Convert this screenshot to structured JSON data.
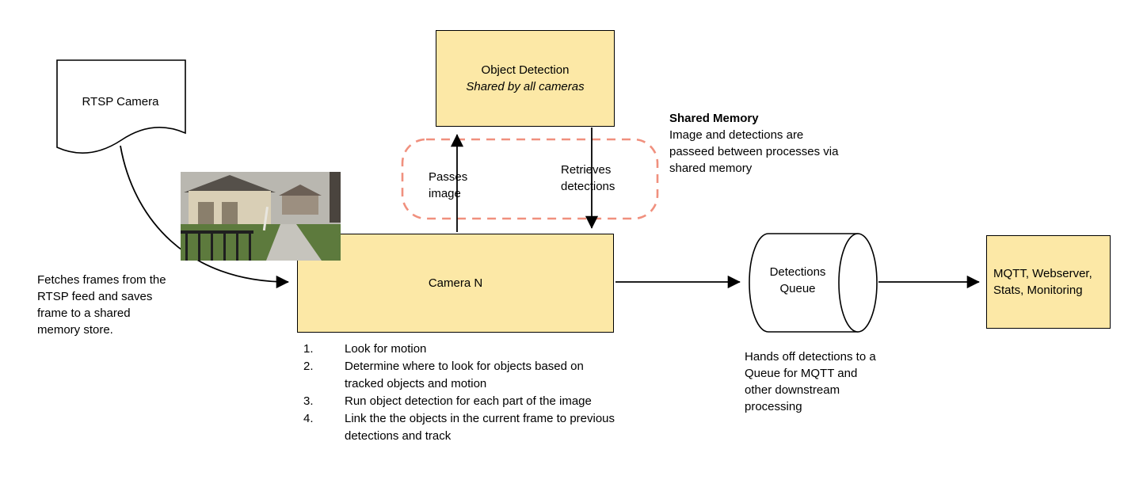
{
  "diagram": {
    "rtsp_camera": {
      "label": "RTSP Camera"
    },
    "object_detection": {
      "title": "Object Detection",
      "subtitle": "Shared by all cameras"
    },
    "camera_n": {
      "label": "Camera N"
    },
    "detections_queue": {
      "label": "Detections Queue"
    },
    "outputs": {
      "label": "MQTT, Webserver, Stats, Monitoring"
    },
    "arrows": {
      "passes_image": "Passes image",
      "retrieves_detections": "Retrieves detections"
    },
    "shared_memory": {
      "title": "Shared Memory",
      "body": "Image and detections are passeed between processes via shared memory"
    },
    "fetches_note": "Fetches frames from the RTSP feed and saves frame to a shared memory store.",
    "camera_steps": [
      {
        "num": "1.",
        "text": "Look for motion"
      },
      {
        "num": "2.",
        "text": "Determine where to look for objects based on tracked objects and motion"
      },
      {
        "num": "3.",
        "text": "Run object detection for each part of the image"
      },
      {
        "num": "4.",
        "text": "Link the the objects in the current frame to previous detections and track"
      }
    ],
    "queue_note": "Hands off detections to a Queue for MQTT and other downstream processing",
    "colors": {
      "box_fill": "#FCE8A6",
      "box_border": "#000000",
      "shared_memory_dash": "#F0907E"
    }
  }
}
